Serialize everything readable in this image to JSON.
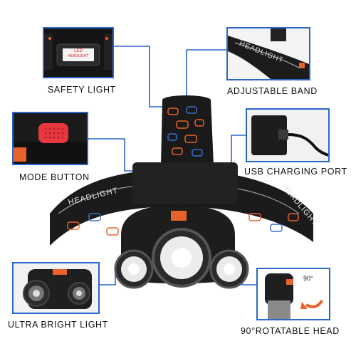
{
  "callouts": {
    "safety_light": "SAFETY LIGHT",
    "adjustable_band": "ADJUSTABLE BAND",
    "mode_button": "MODE BUTTON",
    "usb_charging_port": "USB CHARGING PORT",
    "ultra_bright_light": "ULTRA BRIGHT LIGHT",
    "rotatable_head": "90°ROTATABLE HEAD"
  },
  "product_print": {
    "led_sticker_line1": "LED",
    "led_sticker_line2": "HEADLIGHT",
    "band_text_left": "HEADLIGHT",
    "band_text_right": "HEADLIGHT",
    "band_text_inset": "HEADLIGHT",
    "rotation_angle": "90°"
  },
  "colors": {
    "accent_blue": "#2a67c9",
    "band_orange": "#e8622b",
    "band_blue": "#3a6fd0",
    "body_black": "#1a1a1a",
    "button_red": "#e8373f"
  }
}
